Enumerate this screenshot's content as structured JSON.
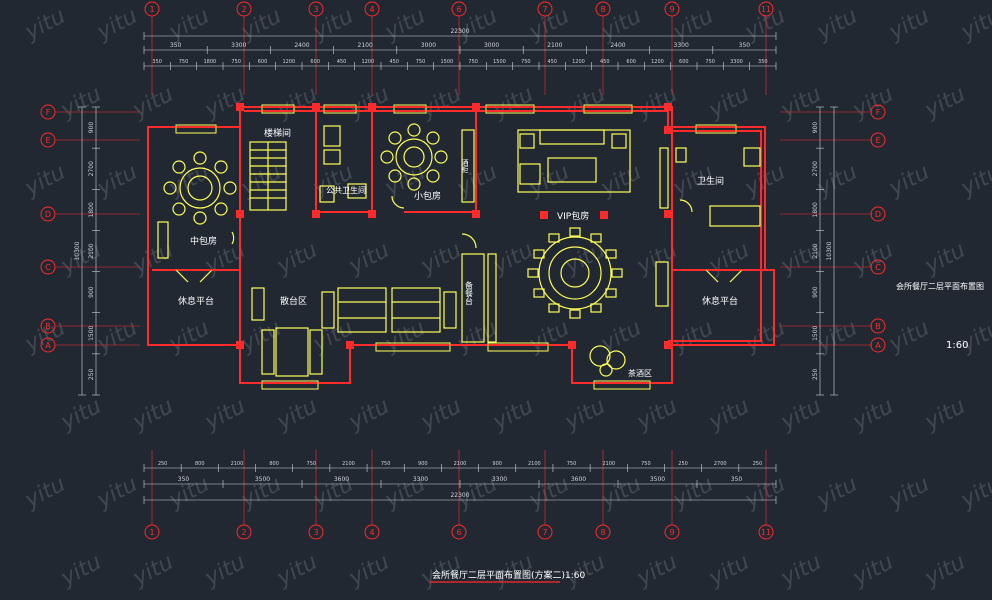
{
  "colors": {
    "background": "#212832",
    "wall": "#ff2a2a",
    "furniture": "#ffff55",
    "dimension": "#cfd3d8",
    "text_white": "#ffffff",
    "text_yellow": "#ffff55",
    "watermark": "#5a616b"
  },
  "watermark": "yitu",
  "grid": {
    "columns": [
      "1",
      "2",
      "3",
      "4",
      "5",
      "6",
      "7",
      "8",
      "9",
      "10",
      "11"
    ],
    "rows": [
      "F",
      "E",
      "D",
      "C",
      "B",
      "A"
    ]
  },
  "dimensions": {
    "top_total": "22300",
    "top_row1": [
      "350",
      "3300",
      "2400",
      "2100",
      "3000",
      "3000",
      "2100",
      "2400",
      "3300",
      "350"
    ],
    "top_row2": [
      "350",
      "750",
      "1800",
      "750",
      "600",
      "1200",
      "600",
      "450",
      "1200",
      "450",
      "750",
      "1500",
      "750",
      "1500",
      "750",
      "450",
      "1200",
      "450",
      "600",
      "1200",
      "600",
      "750",
      "3300",
      "350"
    ],
    "bottom_row1": [
      "250",
      "800",
      "2100",
      "800",
      "750",
      "2100",
      "750",
      "900",
      "2100",
      "900",
      "2100",
      "750",
      "2100",
      "750",
      "250",
      "2700",
      "250"
    ],
    "bottom_row2": [
      "350",
      "3500",
      "3600",
      "3300",
      "3300",
      "3600",
      "3500",
      "350"
    ],
    "bottom_total": "22300",
    "left": [
      "900",
      "2700",
      "1800",
      "2100",
      "900",
      "1500",
      "250"
    ],
    "left_total": "10300",
    "right": [
      "900",
      "2700",
      "1800",
      "2100",
      "900",
      "1500",
      "250"
    ],
    "right_total": "10300"
  },
  "rooms": {
    "stair": "楼梯间",
    "medium_room": "中包房",
    "public_wc": "公共卫生间",
    "small_room": "小包房",
    "vip_room": "VIP包房",
    "wc": "卫生间",
    "rest_left": "休息平台",
    "rest_right": "休息平台",
    "lounge": "散台区",
    "service": "备餐台",
    "tea": "茶酒区",
    "wine": "酒柜"
  },
  "side_title": "会所餐厅二层平面布置图",
  "side_scale": "1:60",
  "bottom_title": "会所餐厅二层平面布置图(方案二)1:60"
}
